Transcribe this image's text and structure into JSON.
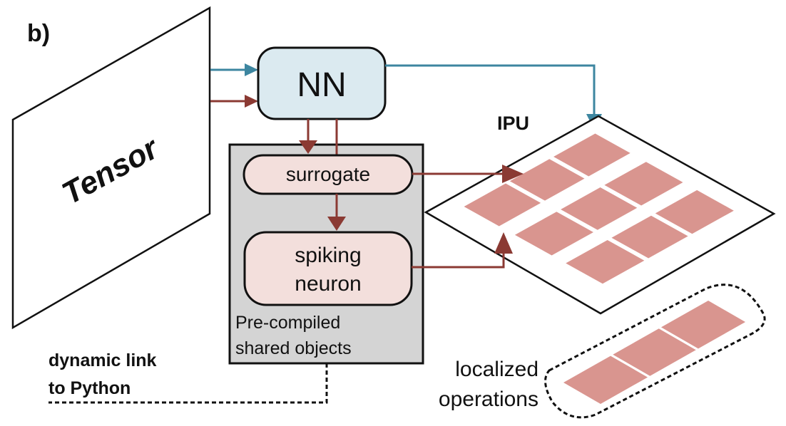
{
  "panel_label": "b)",
  "nodes": {
    "tensor": "Tensor",
    "nn": "NN",
    "surrogate": "surrogate",
    "spiking_neuron": [
      "spiking",
      "neuron"
    ],
    "shared_objects": [
      "Pre-compiled",
      "shared objects"
    ],
    "ipu": "IPU"
  },
  "annotations": {
    "dynamic_link": [
      "dynamic link",
      "to Python"
    ],
    "localized_operations": [
      "localized",
      "operations"
    ]
  },
  "ipu_grid": {
    "rows": 3,
    "tiles_per_row": 3
  },
  "localized_strip": {
    "tiles": 3
  },
  "colors": {
    "teal_arrow": "#3d86a0",
    "red_arrow": "#8b3a33",
    "nn_fill": "#dbeaf0",
    "module_fill": "#f3dfdc",
    "shared_box_fill": "#d4d4d4",
    "tile_fill": "#d9958f"
  }
}
